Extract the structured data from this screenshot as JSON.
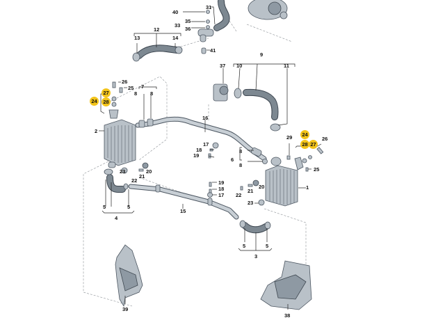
{
  "diagram": {
    "title": "Intercooler and charge air pipes exploded parts diagram",
    "highlight_color": "#f3c41a",
    "callouts": {
      "c1": "1",
      "c2": "2",
      "c3": "3",
      "c4": "4",
      "c5a": "5",
      "c5b": "5",
      "c5c": "5",
      "c5d": "5",
      "c6": "6",
      "c7": "7",
      "c8a": "8",
      "c8b": "8",
      "c8c": "8",
      "c8d": "8",
      "c9": "9",
      "c10": "10",
      "c11": "11",
      "c12": "12",
      "c13": "13",
      "c14": "14",
      "c15": "15",
      "c16": "16",
      "c17a": "17",
      "c17b": "17",
      "c18a": "18",
      "c18b": "18",
      "c19a": "19",
      "c19b": "19",
      "c20a": "20",
      "c20b": "20",
      "c21a": "21",
      "c21b": "21",
      "c22a": "22",
      "c22b": "22",
      "c23a": "23",
      "c23b": "23",
      "c24a": "24",
      "c24b": "24",
      "c25a": "25",
      "c25b": "25",
      "c26a": "26",
      "c26b": "26",
      "c27a": "27",
      "c27b": "27",
      "c28a": "28",
      "c28b": "28",
      "c29": "29",
      "c31": "31",
      "c33": "33",
      "c35": "35",
      "c36": "36",
      "c37": "37",
      "c38": "38",
      "c39": "39",
      "c40": "40",
      "c41": "41"
    }
  }
}
